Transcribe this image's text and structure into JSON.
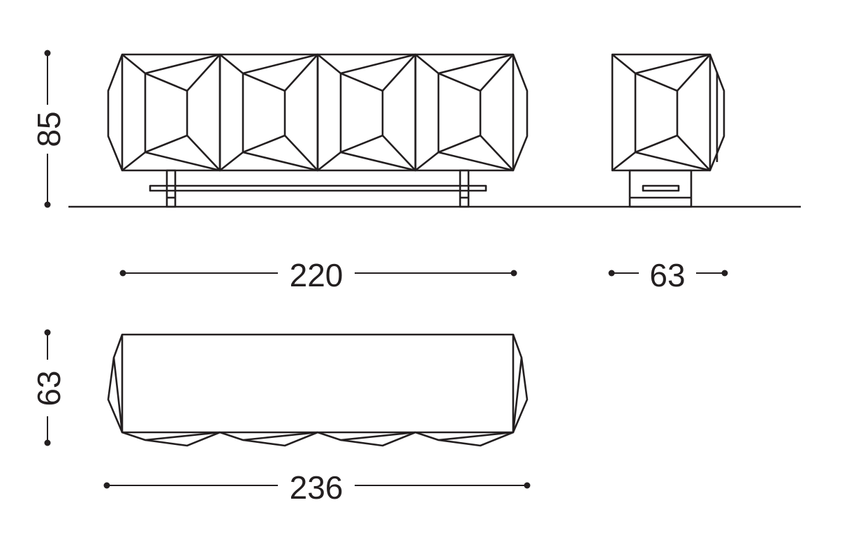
{
  "drawing": {
    "front_view": {
      "panels": 4,
      "height_label": "85",
      "width_label": "220"
    },
    "side_view": {
      "depth_label": "63"
    },
    "top_view": {
      "depth_label": "63",
      "width_label": "236"
    },
    "colors": {
      "line": "#231f20",
      "background": "#ffffff"
    }
  }
}
